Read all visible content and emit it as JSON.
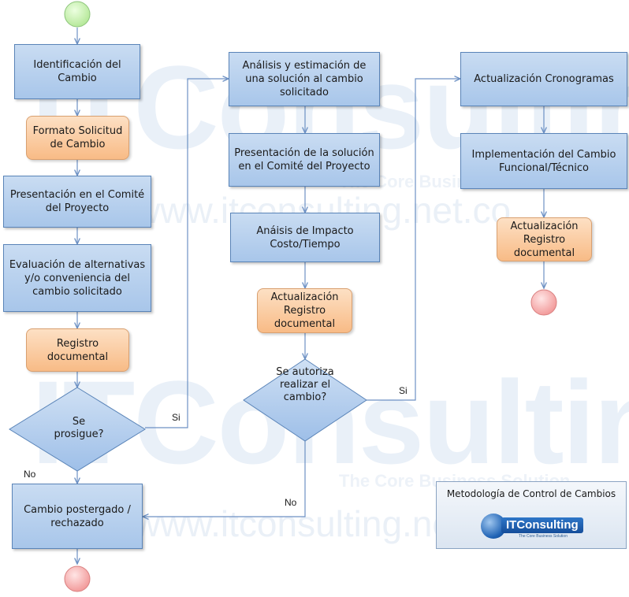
{
  "watermark": {
    "brand": "ITConsulting",
    "url": "www.itconsulting.net.co",
    "tagline": "The Core Business Solution"
  },
  "steps": {
    "identificacion": "Identificación del Cambio",
    "formato": "Formato Solicitud de Cambio",
    "presentacion_comite": "Presentación en el Comité del Proyecto",
    "evaluacion": "Evaluación de alternativas y/o conveniencia del cambio solicitado",
    "registro": "Registro documental",
    "prosigue": "Se prosigue?",
    "postergado": "Cambio  postergado / rechazado",
    "analisis": "Análisis y estimación de una solución al cambio solicitado",
    "presentacion_solucion": "Presentación de la solución en el Comité del Proyecto",
    "impacto": "Anáisis de Impacto Costo/Tiempo",
    "act_registro_1": "Actualización Registro documental",
    "autoriza": "Se autoriza realizar el cambio?",
    "cronogramas": "Actualización Cronogramas",
    "implementacion": "Implementación del Cambio Funcional/Técnico",
    "act_registro_2": "Actualización Registro documental"
  },
  "labels": {
    "si_1": "Si",
    "no_1": "No",
    "si_2": "Si",
    "no_2": "No"
  },
  "info_box": {
    "title": "Metodología de Control de Cambios",
    "logo_text": "ITConsulting",
    "logo_tagline": "The Core Business Solution"
  },
  "colors": {
    "process_fill": "#b5cfee",
    "process_border": "#5a84b8",
    "document_fill": "#fbc99c",
    "start_fill": "#c8f0a8",
    "end_fill": "#f7a7a7",
    "connector": "#6d91c4"
  }
}
